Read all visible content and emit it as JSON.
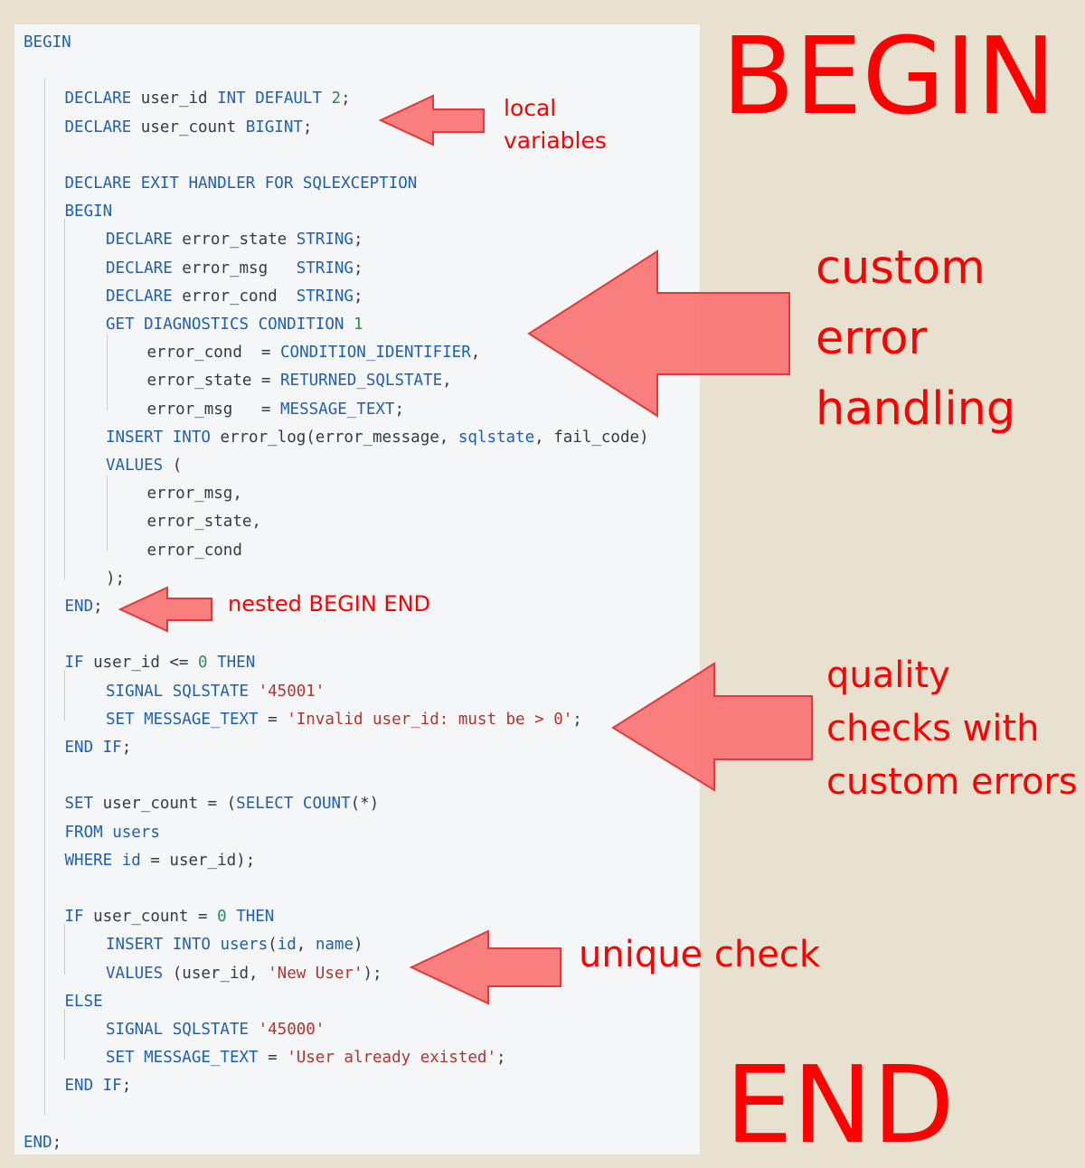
{
  "lines": [
    [
      [
        "kw",
        "BEGIN"
      ]
    ],
    [],
    [
      [
        "kw",
        "DECLARE"
      ],
      [
        "id",
        " user_id "
      ],
      [
        "kw",
        "INT DEFAULT"
      ],
      [
        "id",
        " "
      ],
      [
        "num",
        "2"
      ],
      [
        "pn",
        ";"
      ]
    ],
    [
      [
        "kw",
        "DECLARE"
      ],
      [
        "id",
        " user_count "
      ],
      [
        "kw",
        "BIGINT"
      ],
      [
        "pn",
        ";"
      ]
    ],
    [],
    [
      [
        "kw",
        "DECLARE EXIT HANDLER FOR SQLEXCEPTION"
      ]
    ],
    [
      [
        "kw",
        "BEGIN"
      ]
    ],
    [
      [
        "kw",
        "DECLARE"
      ],
      [
        "id",
        " error_state "
      ],
      [
        "kw",
        "STRING"
      ],
      [
        "pn",
        ";"
      ]
    ],
    [
      [
        "kw",
        "DECLARE"
      ],
      [
        "id",
        " error_msg   "
      ],
      [
        "kw",
        "STRING"
      ],
      [
        "pn",
        ";"
      ]
    ],
    [
      [
        "kw",
        "DECLARE"
      ],
      [
        "id",
        " error_cond  "
      ],
      [
        "kw",
        "STRING"
      ],
      [
        "pn",
        ";"
      ]
    ],
    [
      [
        "kw",
        "GET DIAGNOSTICS CONDITION"
      ],
      [
        "id",
        " "
      ],
      [
        "num",
        "1"
      ]
    ],
    [
      [
        "id",
        "error_cond  = "
      ],
      [
        "kw",
        "CONDITION_IDENTIFIER"
      ],
      [
        "pn",
        ","
      ]
    ],
    [
      [
        "id",
        "error_state = "
      ],
      [
        "kw",
        "RETURNED_SQLSTATE"
      ],
      [
        "pn",
        ","
      ]
    ],
    [
      [
        "id",
        "error_msg   = "
      ],
      [
        "kw",
        "MESSAGE_TEXT"
      ],
      [
        "pn",
        ";"
      ]
    ],
    [
      [
        "kw",
        "INSERT INTO"
      ],
      [
        "id",
        " error_log(error_message, "
      ],
      [
        "kw",
        "sqlstate"
      ],
      [
        "id",
        ", fail_code)"
      ]
    ],
    [
      [
        "kw",
        "VALUES"
      ],
      [
        "id",
        " ("
      ]
    ],
    [
      [
        "id",
        "error_msg,"
      ]
    ],
    [
      [
        "id",
        "error_state,"
      ]
    ],
    [
      [
        "id",
        "error_cond"
      ]
    ],
    [
      [
        "id",
        ");"
      ]
    ],
    [
      [
        "kw",
        "END"
      ],
      [
        "pn",
        ";"
      ]
    ],
    [],
    [
      [
        "kw",
        "IF"
      ],
      [
        "id",
        " user_id <= "
      ],
      [
        "num",
        "0"
      ],
      [
        "id",
        " "
      ],
      [
        "kw",
        "THEN"
      ]
    ],
    [
      [
        "kw",
        "SIGNAL SQLSTATE"
      ],
      [
        "id",
        " "
      ],
      [
        "str",
        "'45001'"
      ]
    ],
    [
      [
        "kw",
        "SET MESSAGE_TEXT"
      ],
      [
        "id",
        " = "
      ],
      [
        "str",
        "'Invalid user_id: must be > 0'"
      ],
      [
        "pn",
        ";"
      ]
    ],
    [
      [
        "kw",
        "END IF"
      ],
      [
        "pn",
        ";"
      ]
    ],
    [],
    [
      [
        "kw",
        "SET"
      ],
      [
        "id",
        " user_count = ("
      ],
      [
        "kw",
        "SELECT"
      ],
      [
        "id",
        " "
      ],
      [
        "fn",
        "COUNT"
      ],
      [
        "id",
        "(*)"
      ]
    ],
    [
      [
        "kw",
        "FROM"
      ],
      [
        "id",
        " "
      ],
      [
        "kw",
        "users"
      ]
    ],
    [
      [
        "kw",
        "WHERE"
      ],
      [
        "id",
        " "
      ],
      [
        "kw",
        "id"
      ],
      [
        "id",
        " = user_id);"
      ]
    ],
    [],
    [
      [
        "kw",
        "IF"
      ],
      [
        "id",
        " user_count = "
      ],
      [
        "num",
        "0"
      ],
      [
        "id",
        " "
      ],
      [
        "kw",
        "THEN"
      ]
    ],
    [
      [
        "kw",
        "INSERT INTO"
      ],
      [
        "id",
        " "
      ],
      [
        "kw",
        "users"
      ],
      [
        "id",
        "("
      ],
      [
        "kw",
        "id"
      ],
      [
        "id",
        ", "
      ],
      [
        "kw",
        "name"
      ],
      [
        "id",
        ")"
      ]
    ],
    [
      [
        "kw",
        "VALUES"
      ],
      [
        "id",
        " (user_id, "
      ],
      [
        "str",
        "'New User'"
      ],
      [
        "id",
        ");"
      ]
    ],
    [
      [
        "kw",
        "ELSE"
      ]
    ],
    [
      [
        "kw",
        "SIGNAL SQLSTATE"
      ],
      [
        "id",
        " "
      ],
      [
        "str",
        "'45000'"
      ]
    ],
    [
      [
        "kw",
        "SET MESSAGE_TEXT"
      ],
      [
        "id",
        " = "
      ],
      [
        "str",
        "'User already existed'"
      ],
      [
        "pn",
        ";"
      ]
    ],
    [
      [
        "kw",
        "END IF"
      ],
      [
        "pn",
        ";"
      ]
    ],
    [],
    [
      [
        "kw",
        "END"
      ],
      [
        "pn",
        ";"
      ]
    ]
  ],
  "annotations": {
    "local_variables": "local\nvariables",
    "custom_error_handling": "custom\nerror\nhandling",
    "nested_begin_end": "nested BEGIN END",
    "quality_checks": "quality\nchecks with\ncustom errors",
    "unique_check": "unique check",
    "big_begin": "BEGIN",
    "big_end": "END"
  },
  "colors": {
    "keyword": "#1f5fb5",
    "identifier": "#383a42",
    "string": "#b5342b",
    "number": "#2e8b57",
    "annotation": "#ff0000",
    "arrow_fill": "#f97373",
    "background": "#e8e1d0",
    "code_background": "#f5f6f8"
  }
}
